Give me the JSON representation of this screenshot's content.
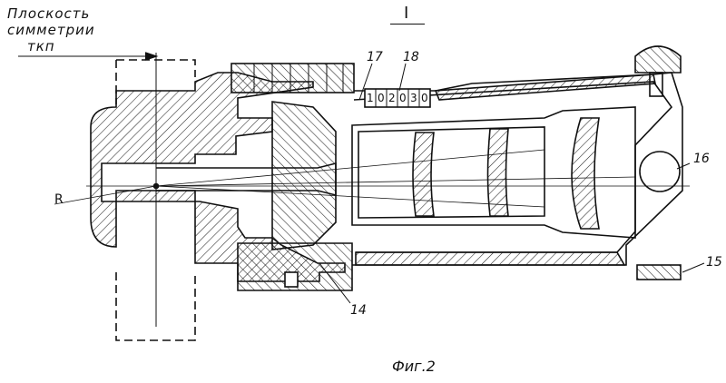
{
  "figure": {
    "view_label": "I",
    "caption": "Фиг.2",
    "plane_label_line1": "Плоскость",
    "plane_label_line2": "симметрии",
    "plane_label_line3": "ткп",
    "point_label": "R",
    "scale_digits": [
      "1",
      "0",
      "2",
      "0",
      "3",
      "0"
    ],
    "callouts": {
      "c14": "14",
      "c15": "15",
      "c16": "16",
      "c17": "17",
      "c18": "18"
    }
  }
}
